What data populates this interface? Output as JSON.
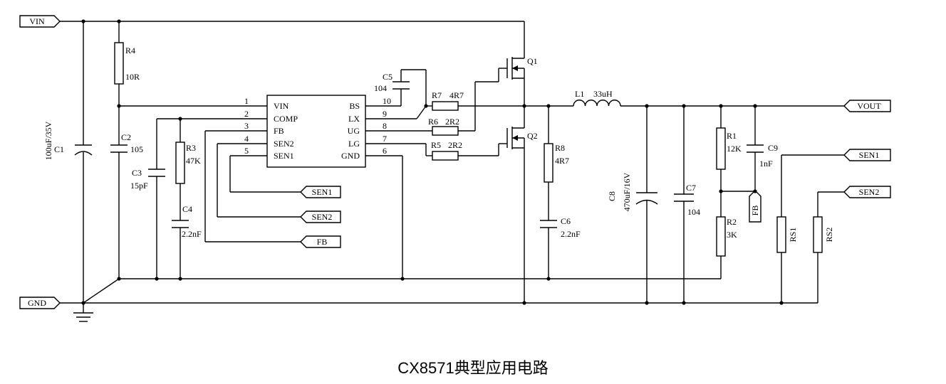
{
  "caption": "CX8571典型应用电路",
  "ports": {
    "vin": "VIN",
    "gnd": "GND",
    "vout": "VOUT",
    "sen1_out": "SEN1",
    "sen2_out": "SEN2",
    "sen1_in": "SEN1",
    "sen2_in": "SEN2",
    "fb_in": "FB",
    "fb_tag": "FB"
  },
  "ic": {
    "left_pins": [
      {
        "num": "1",
        "name": "VIN"
      },
      {
        "num": "2",
        "name": "COMP"
      },
      {
        "num": "3",
        "name": "FB"
      },
      {
        "num": "4",
        "name": "SEN2"
      },
      {
        "num": "5",
        "name": "SEN1"
      }
    ],
    "right_pins": [
      {
        "num": "10",
        "name": "BS"
      },
      {
        "num": "9",
        "name": "LX"
      },
      {
        "num": "8",
        "name": "UG"
      },
      {
        "num": "7",
        "name": "LG"
      },
      {
        "num": "6",
        "name": "GND"
      }
    ]
  },
  "components": {
    "r4": {
      "ref": "R4",
      "value": "10R"
    },
    "c1": {
      "ref": "C1",
      "value": "100uF/35V"
    },
    "c2": {
      "ref": "C2",
      "value": "105"
    },
    "c3": {
      "ref": "C3",
      "value": "15pF"
    },
    "r3": {
      "ref": "R3",
      "value": "47K"
    },
    "c4": {
      "ref": "C4",
      "value": "2.2nF"
    },
    "c5": {
      "ref": "C5",
      "value": "104"
    },
    "r7": {
      "ref": "R7",
      "value": "4R7"
    },
    "r6": {
      "ref": "R6",
      "value": "2R2"
    },
    "r5": {
      "ref": "R5",
      "value": "2R2"
    },
    "q1": {
      "ref": "Q1"
    },
    "q2": {
      "ref": "Q2"
    },
    "r8": {
      "ref": "R8",
      "value": "4R7"
    },
    "c6": {
      "ref": "C6",
      "value": "2.2nF"
    },
    "l1": {
      "ref": "L1",
      "value": "33uH"
    },
    "c8": {
      "ref": "C8",
      "value": "470uF/16V"
    },
    "c7": {
      "ref": "C7",
      "value": "104"
    },
    "r1": {
      "ref": "R1",
      "value": "12K"
    },
    "r2": {
      "ref": "R2",
      "value": "3K"
    },
    "c9": {
      "ref": "C9",
      "value": "1nF"
    },
    "rs1": {
      "ref": "RS1"
    },
    "rs2": {
      "ref": "RS2"
    }
  }
}
